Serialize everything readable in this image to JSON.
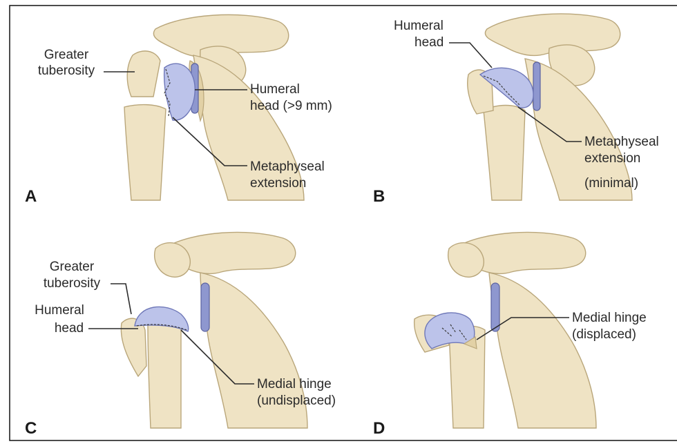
{
  "panels": {
    "a": {
      "letter": "A",
      "labels": {
        "greater_tuberosity": [
          "Greater",
          "tuberosity"
        ],
        "humeral_head": [
          "Humeral",
          "head (>9 mm)"
        ],
        "metaphyseal_extension": [
          "Metaphyseal",
          "extension"
        ]
      }
    },
    "b": {
      "letter": "B",
      "labels": {
        "humeral_head": [
          "Humeral",
          "head"
        ],
        "metaphyseal_extension": [
          "Metaphyseal",
          "extension",
          "(minimal)"
        ]
      }
    },
    "c": {
      "letter": "C",
      "labels": {
        "greater_tuberosity": [
          "Greater",
          "tuberosity"
        ],
        "humeral_head": [
          "Humeral",
          "head"
        ],
        "medial_hinge": [
          "Medial hinge",
          "(undisplaced)"
        ]
      }
    },
    "d": {
      "letter": "D",
      "labels": {
        "medial_hinge": [
          "Medial hinge",
          "(displaced)"
        ]
      }
    }
  },
  "colors": {
    "bone": "#efe3c4",
    "humeral_head": "#bcc3ea",
    "glenoid": "#8e97cf",
    "border": "#111111"
  }
}
